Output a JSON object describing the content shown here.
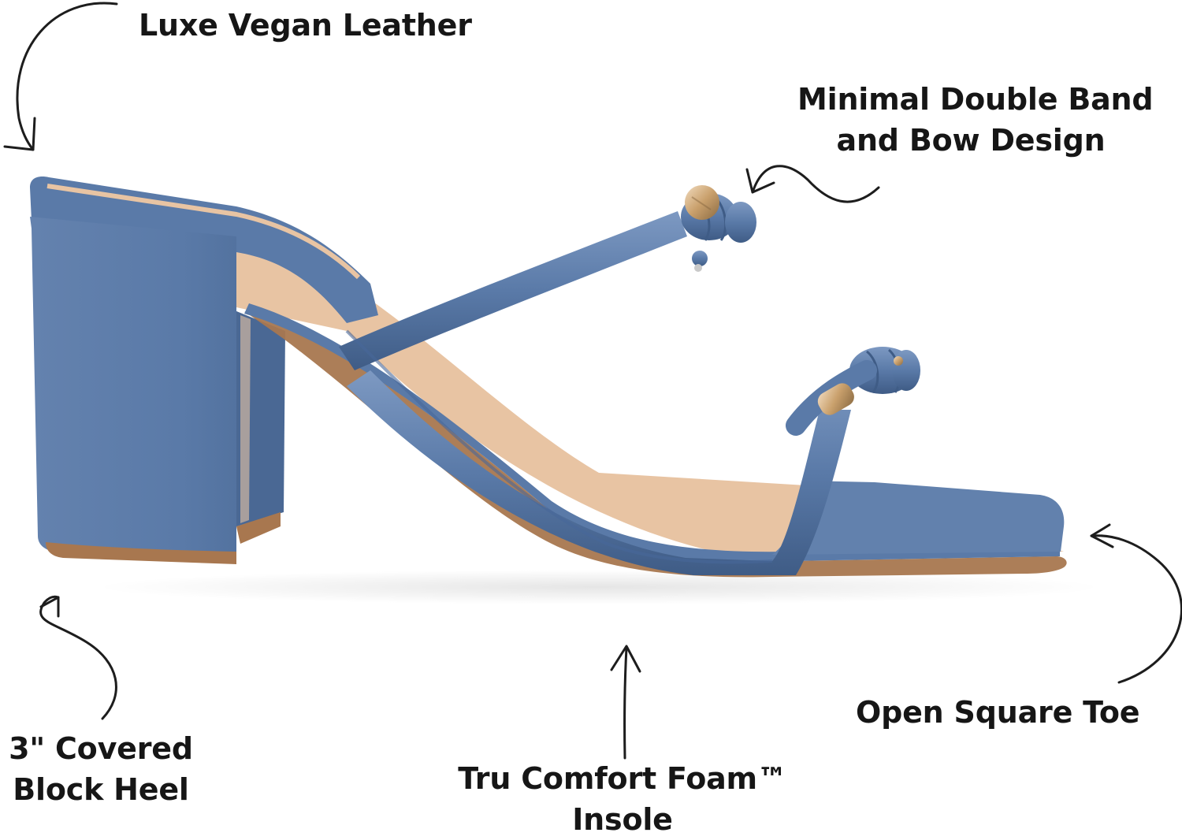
{
  "callouts": {
    "leather": "Luxe Vegan Leather",
    "band_line1": "Minimal Double Band",
    "band_line2": "and Bow Design",
    "toe": "Open Square Toe",
    "heel_line1": "3\" Covered",
    "heel_line2": "Block Heel",
    "insole_line1": "Tru Comfort Foam™",
    "insole_line2": "Insole"
  },
  "colors": {
    "shoe_blue": "#5a7aa8",
    "insole_tan": "#e8c4a3",
    "sole_brown": "#a8774f",
    "hardware_gold": "#c9a06c",
    "text": "#161616"
  }
}
